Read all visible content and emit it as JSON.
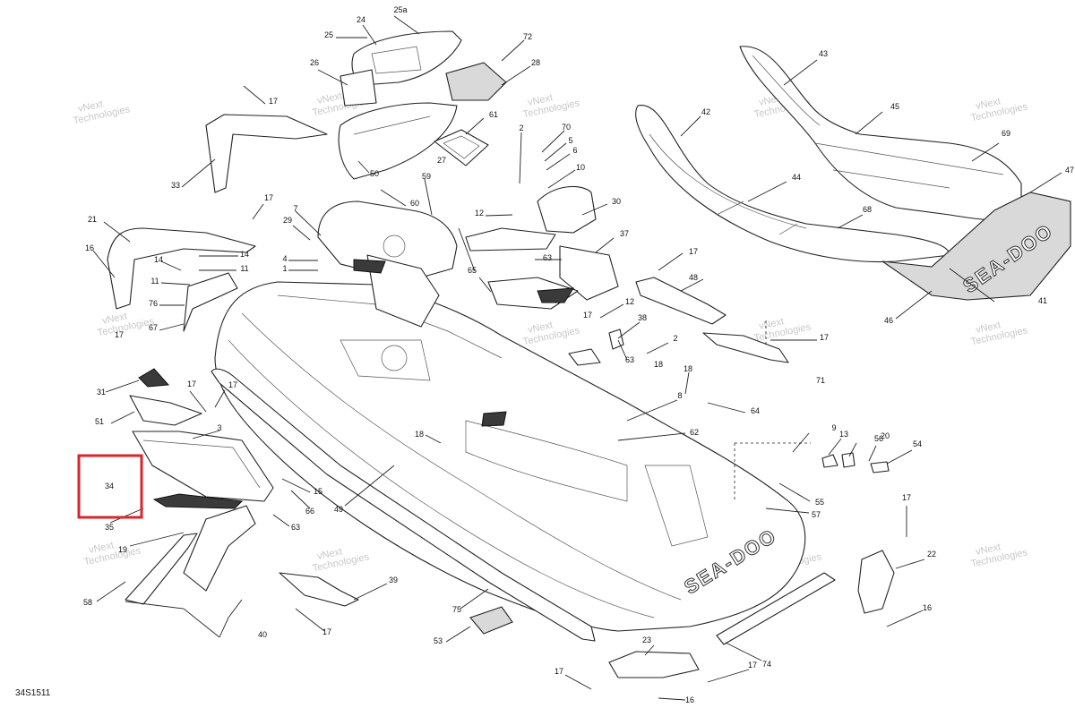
{
  "figure_id": "34S1511",
  "watermark_lines": [
    "vNext",
    "Technologies"
  ],
  "brand_text": "SEA-DOO",
  "highlight": {
    "part_number": "34",
    "color": "#d9262b"
  },
  "callouts": [
    "1",
    "2",
    "2",
    "3",
    "4",
    "5",
    "6",
    "7",
    "8",
    "9",
    "10",
    "11",
    "11",
    "12",
    "12",
    "13",
    "14",
    "14",
    "15",
    "16",
    "16",
    "16",
    "17",
    "17",
    "17",
    "17",
    "17",
    "17",
    "17",
    "17",
    "17",
    "17",
    "17",
    "17",
    "18",
    "18",
    "18",
    "19",
    "20",
    "21",
    "22",
    "23",
    "24",
    "25",
    "25a",
    "26",
    "27",
    "28",
    "29",
    "30",
    "31",
    "33",
    "34",
    "35",
    "37",
    "38",
    "39",
    "40",
    "41",
    "42",
    "43",
    "44",
    "45",
    "46",
    "47",
    "48",
    "49",
    "50",
    "51",
    "53",
    "54",
    "55",
    "56",
    "57",
    "58",
    "59",
    "60",
    "61",
    "62",
    "63",
    "63",
    "63",
    "64",
    "65",
    "66",
    "67",
    "68",
    "69",
    "70",
    "71",
    "72",
    "74",
    "75",
    "76"
  ]
}
